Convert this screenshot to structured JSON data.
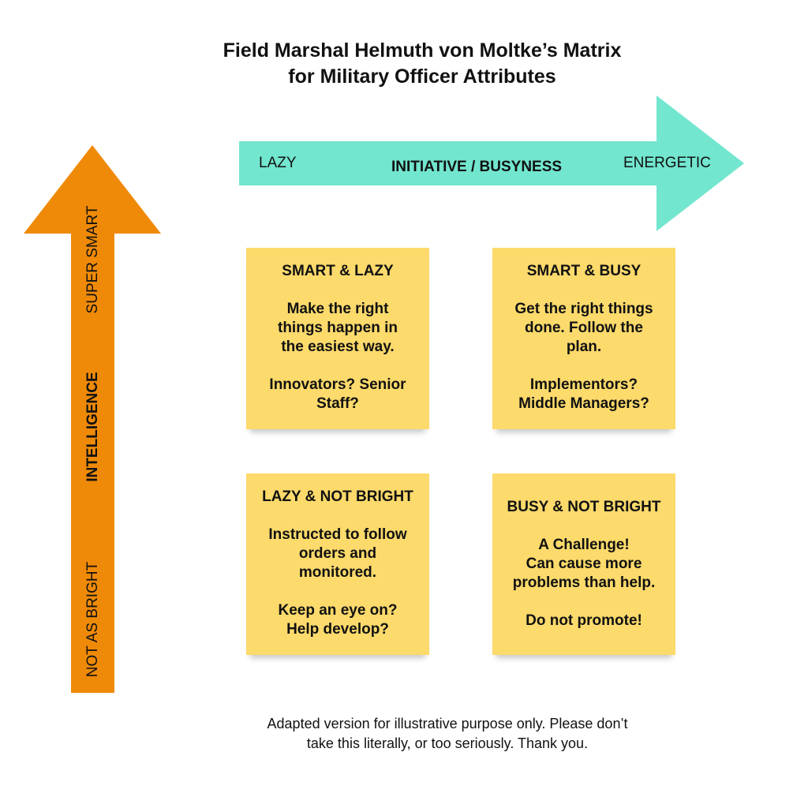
{
  "title": {
    "line1": "Field Marshal Helmuth von Moltke’s Matrix",
    "line2": "for Military Officer Attributes"
  },
  "horizontal_axis": {
    "left": "LAZY",
    "center": "INITIATIVE / BUSYNESS",
    "right": "ENERGETIC",
    "color": "#72e6cf"
  },
  "vertical_axis": {
    "top": "SUPER SMART",
    "center": "INTELLIGENCE",
    "bottom": "NOT AS BRIGHT",
    "color": "#ef8a08"
  },
  "note_color": "#fcda6b",
  "quadrants": [
    {
      "title": "SMART & LAZY",
      "lines": [
        "Make the right",
        "things happen in",
        "the easiest way."
      ],
      "lines2": [
        "Innovators? Senior",
        "Staff?"
      ]
    },
    {
      "title": "SMART & BUSY",
      "lines": [
        "Get the right things",
        "done. Follow the",
        "plan."
      ],
      "lines2": [
        "Implementors?",
        "Middle Managers?"
      ]
    },
    {
      "title": "LAZY & NOT BRIGHT",
      "lines": [
        "Instructed to follow",
        "orders and",
        "monitored."
      ],
      "lines2": [
        "Keep an eye on?",
        "Help develop?"
      ]
    },
    {
      "title": "BUSY & NOT BRIGHT",
      "lines": [
        "A Challenge!",
        "Can cause more",
        "problems than help."
      ],
      "lines2": [
        "Do not promote!"
      ]
    }
  ],
  "footer": {
    "line1": "Adapted version for illustrative purpose only. Please don’t",
    "line2": "take this literally, or too seriously. Thank you."
  }
}
